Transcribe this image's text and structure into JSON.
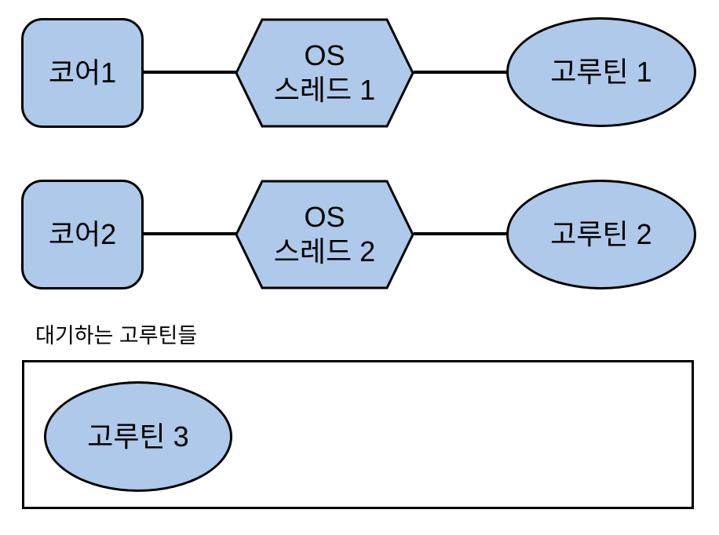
{
  "diagram": {
    "title_hint": "cores to OS threads to goroutines scheduling diagram",
    "rows": [
      {
        "core": "코어1",
        "thread": {
          "line1": "OS",
          "line2": "스레드 1"
        },
        "goroutine": "고루틴 1"
      },
      {
        "core": "코어2",
        "thread": {
          "line1": "OS",
          "line2": "스레드 2"
        },
        "goroutine": "고루틴 2"
      }
    ],
    "waiting": {
      "label": "대기하는 고루틴들",
      "goroutine": "고루틴 3"
    }
  },
  "colors": {
    "shape_fill": "#aec9e9",
    "shape_stroke": "#000000",
    "background": "#ffffff"
  }
}
